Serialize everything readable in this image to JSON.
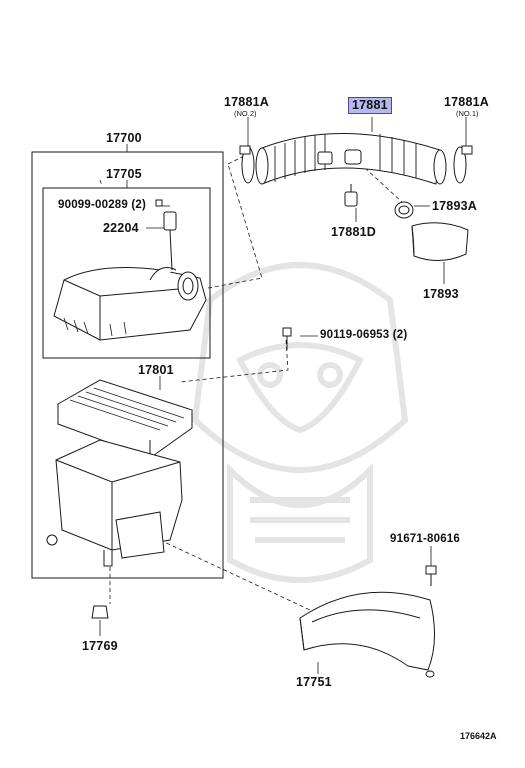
{
  "parts": {
    "p17881": "17881",
    "p17881a_no2": "17881A",
    "p17881a_no2_sub": "(NO.2)",
    "p17881a_no1": "17881A",
    "p17881a_no1_sub": "(NO.1)",
    "p17700": "17700",
    "p17705": "17705",
    "p90099": "90099-00289 (2)",
    "p22204": "22204",
    "p17881d": "17881D",
    "p17893a": "17893A",
    "p17893": "17893",
    "p90119": "90119-06953 (2)",
    "p17801": "17801",
    "p91671": "91671-80616",
    "p17769": "17769",
    "p17751": "17751"
  },
  "diagram_id": "176642A",
  "colors": {
    "line": "#1a1a1a",
    "highlight": "#b7b8ee",
    "watermark": "#dcdcdc"
  }
}
